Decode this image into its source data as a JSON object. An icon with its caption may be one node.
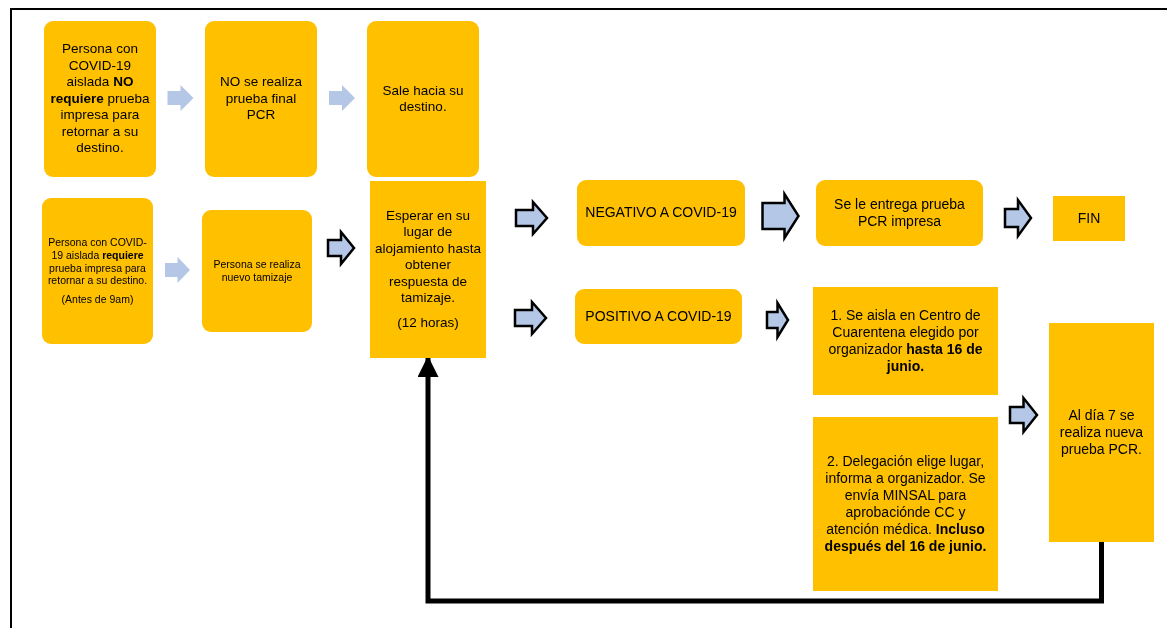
{
  "diagram": {
    "nodes": [
      {
        "text": [
          "Persona con COVID-19 aislada **NO requiere** prueba impresa para retornar a su destino."
        ]
      },
      {
        "text": [
          "NO se realiza prueba final PCR"
        ]
      },
      {
        "text": [
          "Sale hacia su destino."
        ]
      },
      {
        "text": [
          "Persona con COVID-19 aislada **requiere** prueba impresa para retornar a su destino.",
          "(Antes de 9am)"
        ]
      },
      {
        "text": [
          "Persona se realiza nuevo tamizaje"
        ]
      },
      {
        "text": [
          "Esperar en su lugar de alojamiento hasta obtener respuesta de tamizaje.",
          "(12 horas)"
        ]
      },
      {
        "text": [
          "NEGATIVO A COVID-19"
        ]
      },
      {
        "text": [
          "Se le entrega prueba PCR impresa"
        ]
      },
      {
        "text": [
          "FIN"
        ]
      },
      {
        "text": [
          "POSITIVO A COVID-19"
        ]
      },
      {
        "text": [
          "1. Se aisla en Centro de Cuarentena elegido por organizador **hasta 16 de junio.**"
        ]
      },
      {
        "text": [
          "2. Delegación elige lugar, informa a organizador. Se envía MINSAL para aprobaciónde CC y atención médica. **Incluso después del 16 de junio.**"
        ]
      },
      {
        "text": [
          "Al día 7 se realiza nueva prueba PCR."
        ]
      }
    ],
    "edges": [
      {
        "from": 0,
        "to": 1,
        "arrow": "to"
      },
      {
        "from": 1,
        "to": 2,
        "arrow": "to"
      },
      {
        "from": 3,
        "to": 4,
        "arrow": "to"
      },
      {
        "from": 4,
        "to": 5,
        "arrow": "to"
      },
      {
        "from": 5,
        "to": 6,
        "arrow": "to"
      },
      {
        "from": 5,
        "to": 9,
        "arrow": "to"
      },
      {
        "from": 6,
        "to": 7,
        "arrow": "to"
      },
      {
        "from": 7,
        "to": 8,
        "arrow": "to"
      },
      {
        "from": 9,
        "to": 10,
        "arrow": "to"
      },
      {
        "from": 10,
        "to": 12,
        "arrow": "to"
      },
      {
        "from": 11,
        "to": 12,
        "arrow": "to"
      },
      {
        "from": 12,
        "to": 5,
        "arrow": "to",
        "color": "#000000"
      }
    ]
  }
}
